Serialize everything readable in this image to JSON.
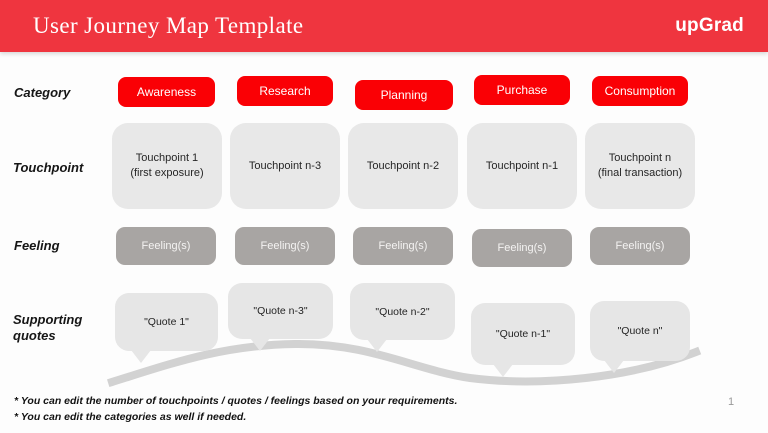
{
  "header": {
    "title": "User Journey Map Template",
    "logo_text": "upGrad"
  },
  "row_labels": {
    "category": "Category",
    "touchpoint": "Touchpoint",
    "feeling": "Feeling",
    "quotes": "Supporting quotes"
  },
  "categories": [
    "Awareness",
    "Research",
    "Planning",
    "Purchase",
    "Consumption"
  ],
  "touchpoints": [
    "Touchpoint 1\n(first exposure)",
    "Touchpoint n-3",
    "Touchpoint n-2",
    "Touchpoint n-1",
    "Touchpoint n\n(final transaction)"
  ],
  "feelings": [
    "Feeling(s)",
    "Feeling(s)",
    "Feeling(s)",
    "Feeling(s)",
    "Feeling(s)"
  ],
  "quotes": [
    "\"Quote 1\"",
    "\"Quote n-3\"",
    "\"Quote n-2\"",
    "\"Quote n-1\"",
    "\"Quote n\""
  ],
  "footnotes": [
    "* You can edit the number of touchpoints / quotes / feelings based on your requirements.",
    "* You can edit the categories as well if needed."
  ],
  "page_number": "1",
  "colors": {
    "header_red": "#ef353f",
    "category_red": "#fa0005",
    "touchpoint_gray": "#e8e8e8",
    "feeling_gray": "#a8a5a3",
    "bubble_gray": "#e6e6e6",
    "curve_gray": "#d2d2d2"
  }
}
